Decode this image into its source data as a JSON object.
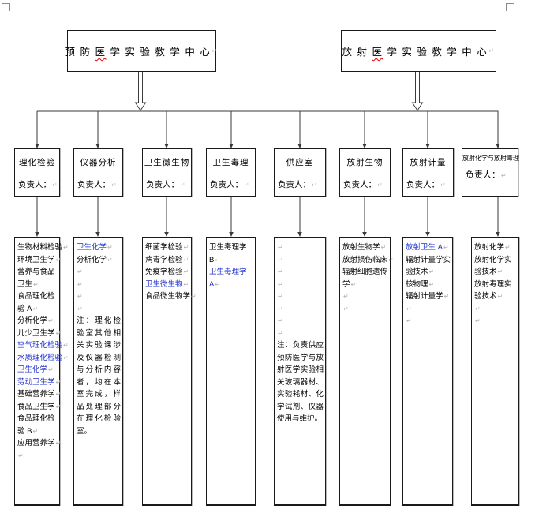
{
  "paragraph_mark": "↵",
  "colors": {
    "link_blue": "#2233cc",
    "squiggle_red": "#e00000",
    "border_black": "#1a1a1a"
  },
  "top_boxes": [
    {
      "pre": "预 防 ",
      "squiggle": "医",
      "post": " 学 实 验 教 学 中 心"
    },
    {
      "pre": "放 射 ",
      "squiggle": "医",
      "post": " 学 实 验 教 学 中 心"
    }
  ],
  "columns": [
    {
      "title": "理化检验",
      "leader": "负责人：",
      "items": [
        {
          "t": "生物材料检验"
        },
        {
          "t": "环境卫生学"
        },
        {
          "t": "营养与食品卫生"
        },
        {
          "t": "食品理化检验 A"
        },
        {
          "t": "分析化学"
        },
        {
          "t": "儿少卫生学"
        },
        {
          "t": "空气理化检验",
          "blue": true
        },
        {
          "t": "水质理化检验",
          "blue": true
        },
        {
          "t": "卫生化学",
          "blue": true
        },
        {
          "t": "劳动卫生学",
          "blue": true
        },
        {
          "t": "基础营养学"
        },
        {
          "t": "食品卫生学"
        },
        {
          "t": "食品理化检验 B"
        },
        {
          "t": "应用营养学"
        },
        {
          "t": ""
        }
      ],
      "note": ""
    },
    {
      "title": "仪器分析",
      "leader": "负责人：",
      "items": [
        {
          "t": "卫生化学",
          "blue": true
        },
        {
          "t": "分析化学"
        },
        {
          "t": ""
        },
        {
          "t": ""
        },
        {
          "t": ""
        },
        {
          "t": ""
        }
      ],
      "note": "注：理化检验室其他相关实验课涉及仪器检测与分析内容者，均在本室完成，样品处理部分在理化检验室。"
    },
    {
      "title": "卫生微生物",
      "leader": "负责人：",
      "items": [
        {
          "t": "细菌学检验"
        },
        {
          "t": "病毒学检验"
        },
        {
          "t": "免疫学检验"
        },
        {
          "t": "卫生微生物",
          "blue": true
        },
        {
          "t": "食品微生物学"
        }
      ],
      "note": ""
    },
    {
      "title": "卫生毒理",
      "leader": "负责人：",
      "items": [
        {
          "t": "卫生毒理学 B"
        },
        {
          "t": "卫生毒理学 A",
          "blue": true
        }
      ],
      "note": ""
    },
    {
      "title": "供应室",
      "leader": "负责人：",
      "items": [
        {
          "t": ""
        },
        {
          "t": ""
        },
        {
          "t": ""
        },
        {
          "t": ""
        },
        {
          "t": ""
        },
        {
          "t": ""
        },
        {
          "t": ""
        },
        {
          "t": ""
        }
      ],
      "note": "注：负责供应预防医学与放射医学实验相关玻璃器材、实验耗材、化学试剂、仪器使用与维护。"
    },
    {
      "title": "放射生物",
      "leader": "负责人：",
      "items": [
        {
          "t": "放射生物学"
        },
        {
          "t": "放射损伤临床"
        },
        {
          "t": "辐射细胞遗传学"
        },
        {
          "t": ""
        },
        {
          "t": ""
        }
      ],
      "note": ""
    },
    {
      "title": "放射计量",
      "leader": "负责人：",
      "items": [
        {
          "t": "放射卫生 A",
          "blue": true
        },
        {
          "t": "辐射计量学实验技术"
        },
        {
          "t": "核物理"
        },
        {
          "t": "辐射计量学"
        },
        {
          "t": ""
        },
        {
          "t": ""
        }
      ],
      "note": ""
    },
    {
      "title": "放射化学与放射毒理",
      "leader": "负责人：",
      "items": [
        {
          "t": "放射化学"
        },
        {
          "t": "放射化学实验技术"
        },
        {
          "t": "放射毒理实验技术"
        },
        {
          "t": ""
        },
        {
          "t": ""
        }
      ],
      "note": ""
    }
  ]
}
